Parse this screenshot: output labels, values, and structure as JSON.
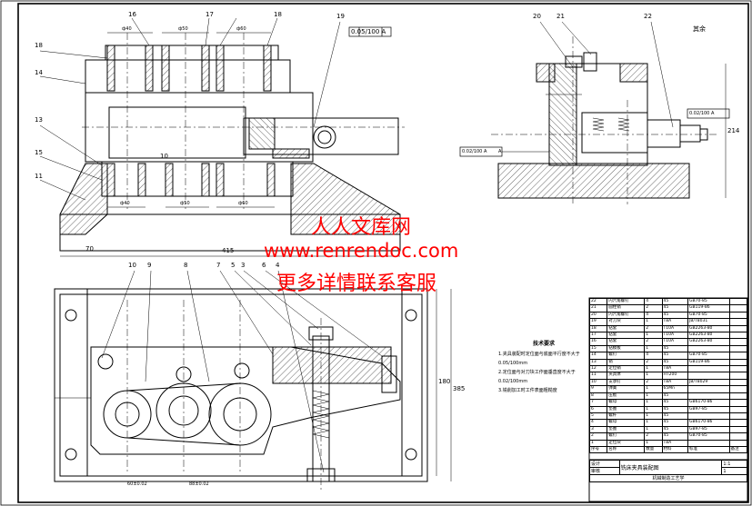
{
  "drawing": {
    "roughness": "其余",
    "callouts_front": [
      "18",
      "16",
      "17",
      "18",
      "19",
      "13",
      "14",
      "15",
      "10",
      "11"
    ],
    "callouts_side": [
      "20",
      "21",
      "22"
    ],
    "callouts_plan": [
      "10",
      "9",
      "8",
      "7",
      "5",
      "3",
      "6",
      "4"
    ],
    "tol_front": "0.05/100 A",
    "tol_side_1": "0.02/100 A",
    "tol_side_2": "0.02/100 A",
    "datum_a": "A",
    "dims": {
      "total_width": "415",
      "side_height": "214",
      "plan_height_1": "180",
      "plan_height_2": "385",
      "offset": "70",
      "top_1": "ф40",
      "top_2": "ф50",
      "top_3": "ф60",
      "bot_1": "ф40",
      "bot_2": "ф50",
      "bot_3": "ф60",
      "p1": "60±0.02",
      "p2": "88±0.02"
    }
  },
  "watermark": {
    "line1": "人人文库网",
    "line2": "www.renrendoc.com",
    "line3": "更多详情联系客服"
  },
  "notes": {
    "title": "技术要求",
    "items": [
      "1.夹具装配时定位面与底面平行度不大于0.05/100mm",
      "2.定位面与对刀块工作面垂直度不大于0.02/100mm",
      "3.铣削加工时工件表面粗糙度"
    ]
  },
  "bom": {
    "rows": [
      [
        "22",
        "内六角螺钉",
        "4",
        "45",
        "GB70-85",
        ""
      ],
      [
        "21",
        "圆柱销",
        "2",
        "45",
        "GB119-86",
        ""
      ],
      [
        "20",
        "内六角螺钉",
        "4",
        "45",
        "GB70-85",
        ""
      ],
      [
        "19",
        "对刀块",
        "1",
        "T8A",
        "JB/T8031",
        ""
      ],
      [
        "18",
        "钻套",
        "2",
        "T10A",
        "GB2263-80",
        ""
      ],
      [
        "17",
        "钻套",
        "1",
        "T10A",
        "GB2263-80",
        ""
      ],
      [
        "16",
        "钻套",
        "2",
        "T10A",
        "GB2263-80",
        ""
      ],
      [
        "15",
        "钻模板",
        "1",
        "45",
        "",
        ""
      ],
      [
        "14",
        "螺钉",
        "4",
        "45",
        "GB70-85",
        ""
      ],
      [
        "13",
        "销",
        "2",
        "45",
        "GB119-86",
        ""
      ],
      [
        "12",
        "定位销",
        "1",
        "T8A",
        "",
        ""
      ],
      [
        "11",
        "夹具体",
        "1",
        "HT200",
        "",
        ""
      ],
      [
        "10",
        "支承钉",
        "2",
        "T8A",
        "JB/T8029",
        ""
      ],
      [
        "9",
        "弹簧",
        "1",
        "65Mn",
        "",
        ""
      ],
      [
        "8",
        "压板",
        "1",
        "45",
        "",
        ""
      ],
      [
        "7",
        "螺母",
        "1",
        "45",
        "GB6170-86",
        ""
      ],
      [
        "6",
        "垫圈",
        "1",
        "45",
        "GB97-85",
        ""
      ],
      [
        "5",
        "螺杆",
        "1",
        "45",
        "",
        ""
      ],
      [
        "4",
        "螺母",
        "1",
        "45",
        "GB6170-86",
        ""
      ],
      [
        "3",
        "垫圈",
        "1",
        "45",
        "GB97-85",
        ""
      ],
      [
        "2",
        "螺钉",
        "2",
        "45",
        "GB70-85",
        ""
      ],
      [
        "1",
        "定位块",
        "1",
        "T8A",
        "",
        ""
      ]
    ],
    "header": [
      "序号",
      "名称",
      "数量",
      "材料",
      "标准",
      "备注"
    ]
  },
  "title_block": {
    "drawing_name": "铣床夹具装配图",
    "school": "机械制造工艺学",
    "scale": "1:1",
    "sheet": "1",
    "designer": "设计",
    "checker": "审核"
  }
}
